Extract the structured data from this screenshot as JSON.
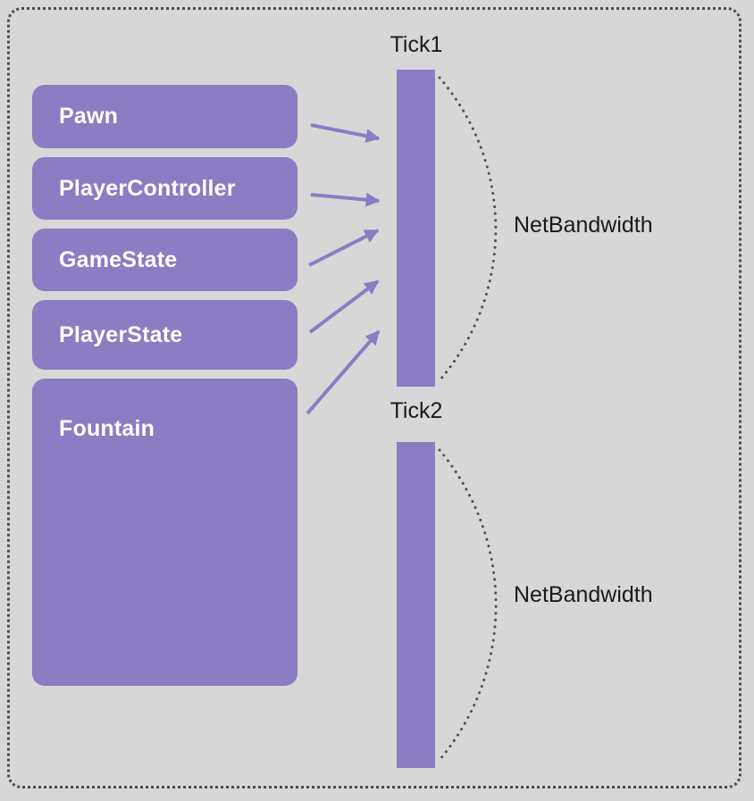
{
  "diagram": {
    "colors": {
      "accent": "#8b7cc3",
      "background": "#d8d7d7",
      "border": "#4b4b4b",
      "text_on_accent": "#ffffff",
      "label_text": "#1a1a1a"
    },
    "actors": [
      {
        "label": "Pawn"
      },
      {
        "label": "PlayerController"
      },
      {
        "label": "GameState"
      },
      {
        "label": "PlayerState"
      },
      {
        "label": "Fountain"
      }
    ],
    "ticks": [
      {
        "label": "Tick1",
        "bandwidth_label": "NetBandwidth"
      },
      {
        "label": "Tick2",
        "bandwidth_label": "NetBandwidth"
      }
    ]
  }
}
